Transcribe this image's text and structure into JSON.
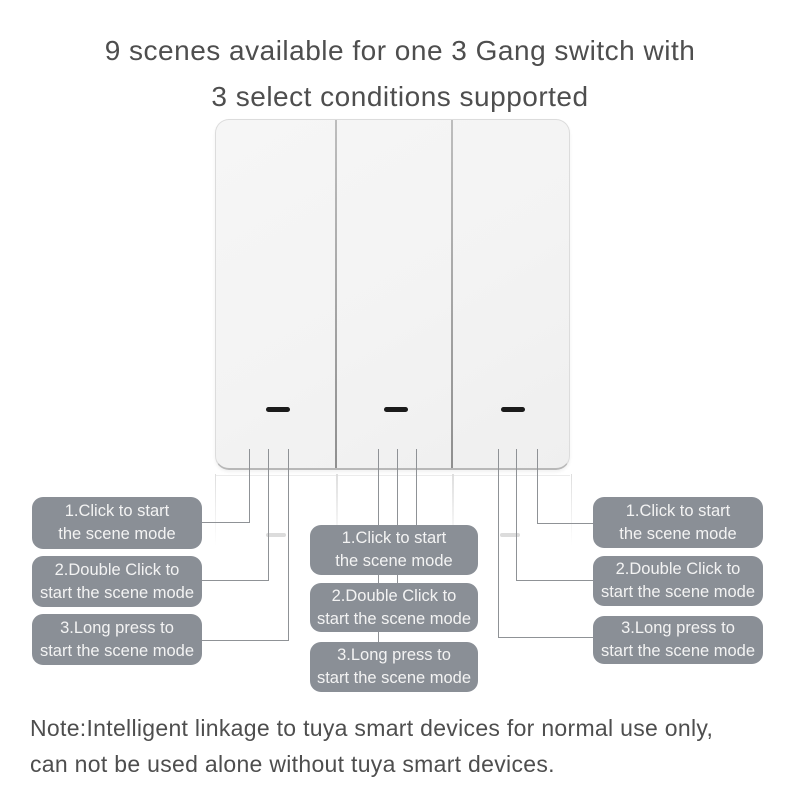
{
  "title": {
    "line1": "9 scenes available for one 3 Gang switch with",
    "line2": "3 select conditions supported"
  },
  "switch_panel": {
    "gang_count": 3,
    "gangs": [
      {
        "name": "gang-1",
        "indicator": "dash"
      },
      {
        "name": "gang-2",
        "indicator": "dash"
      },
      {
        "name": "gang-3",
        "indicator": "dash"
      }
    ]
  },
  "callout_groups": [
    {
      "position": "left",
      "items": [
        {
          "text": "1.Click to start\nthe scene mode"
        },
        {
          "text": "2.Double Click to\nstart the scene mode"
        },
        {
          "text": "3.Long press to\nstart the scene mode"
        }
      ]
    },
    {
      "position": "middle",
      "items": [
        {
          "text": "1.Click to start\nthe scene mode"
        },
        {
          "text": "2.Double Click to\nstart the scene mode"
        },
        {
          "text": "3.Long press to\nstart the scene mode"
        }
      ]
    },
    {
      "position": "right",
      "items": [
        {
          "text": "1.Click to start\nthe scene mode"
        },
        {
          "text": "2.Double Click to\nstart the scene mode"
        },
        {
          "text": "3.Long press to\nstart the scene mode"
        }
      ]
    }
  ],
  "note": {
    "line1": "Note:Intelligent linkage to tuya smart devices for normal use only,",
    "line2": "can not be used alone without tuya smart devices."
  },
  "colors": {
    "background": "#ffffff",
    "title_text": "#4e4e4e",
    "note_text": "#4e4e4e",
    "callout_box_bg": "#8a8f96",
    "callout_box_text": "#f3f3f3",
    "leader_line": "#8f9296",
    "panel_bg": "#f4f4f4",
    "panel_border": "#dcdcdc",
    "panel_divider": "#8f8f8f",
    "indicator_dash": "#1b1b1b"
  }
}
